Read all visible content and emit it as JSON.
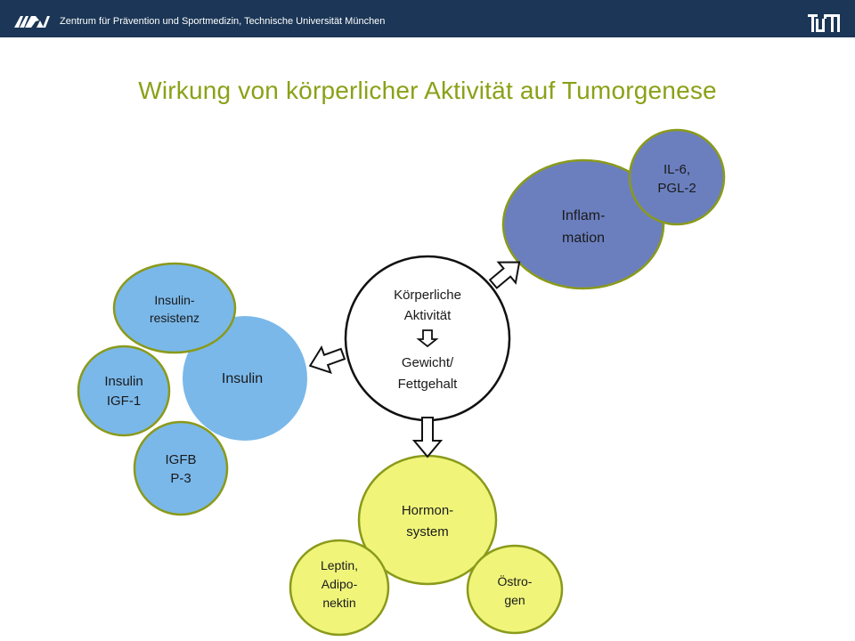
{
  "header": {
    "institution": "Zentrum für Prävention und Sportmedizin, Technische Universität München"
  },
  "slide": {
    "title": "Wirkung von körperlicher Aktivität auf Tumorgenese"
  },
  "center": {
    "line1": "Körperliche",
    "line2": "Aktivität",
    "line3": "Gewicht/",
    "line4": "Fettgehalt"
  },
  "nodes": {
    "inflammation": {
      "line1": "Inflam-",
      "line2": "mation"
    },
    "il6": {
      "line1": "IL-6,",
      "line2": "PGL-2"
    },
    "insulin": {
      "label": "Insulin"
    },
    "insulin_resistance": {
      "line1": "Insulin-",
      "line2": "resistenz"
    },
    "insulin_igf": {
      "line1": "Insulin",
      "line2": "IGF-1"
    },
    "igfbp3": {
      "line1": "IGFB",
      "line2": "P-3"
    },
    "hormone": {
      "line1": "Hormon-",
      "line2": "system"
    },
    "leptin": {
      "line1": "Leptin,",
      "line2": "Adipo-",
      "line3": "nektin"
    },
    "estrogen": {
      "line1": "Östro-",
      "line2": "gen"
    }
  },
  "colors": {
    "header_bg": "#1b3656",
    "title": "#8aa117",
    "outline": "#8a9a1a",
    "inflammation_fill": "#6b7fbf",
    "insulin_fill": "#7ab8ea",
    "hormone_fill": "#f0f57a"
  }
}
